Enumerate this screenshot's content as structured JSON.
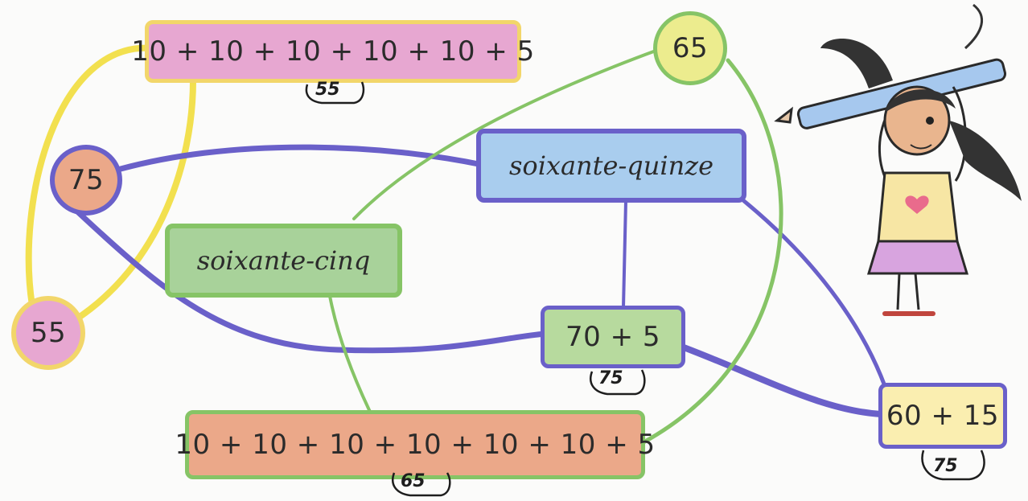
{
  "boxes": {
    "sum55": "10 + 10 + 10 + 10 + 10 + 5",
    "sum65": "10 + 10 + 10 + 10 + 10 + 10 + 5",
    "quinze": "soixante-quinze",
    "cinq": "soixante-cinq",
    "seventy": "70 + 5",
    "sixty": "60 + 15"
  },
  "circles": {
    "c65": "65",
    "c75": "75",
    "c55": "55"
  },
  "answers": {
    "a55": "55",
    "a75_seventy": "75",
    "a65": "65",
    "a75_sixty": "75"
  },
  "colors": {
    "yellow_link": "#f2e04f",
    "green_link": "#86c466",
    "purple_link": "#6a60c9",
    "pink_fill": "#e7a7d1",
    "orange_fill": "#eba889",
    "blue_fill": "#a9cdee",
    "green_fill": "#a8d29a",
    "light_yellow_fill": "#faeeb0"
  }
}
